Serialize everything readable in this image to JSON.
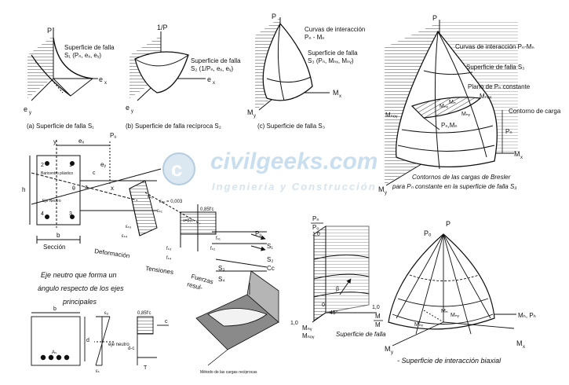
{
  "fig_a": {
    "axis_p": "P",
    "axis_ex": "e",
    "axis_ex_sub": "x",
    "axis_ey": "e",
    "axis_ey_sub": "y",
    "surface_line1": "Superficie de falla",
    "surface_line2": "S₁ (Pₙ, eₓ, eᵧ)",
    "caption": "(a) Superficie de falla S₁"
  },
  "fig_b": {
    "axis_p": "1/P",
    "axis_ex": "e",
    "axis_ex_sub": "x",
    "axis_ey": "e",
    "axis_ey_sub": "y",
    "surface_line1": "Superficie de falla",
    "surface_line2": "S₂ (1/Pₙ, eₓ, eᵧ)",
    "caption": "(b) Superficie de falla recíproca S₂"
  },
  "fig_c": {
    "axis_p": "P",
    "axis_mx": "M",
    "axis_mx_sub": "x",
    "axis_my": "M",
    "axis_my_sub": "y",
    "curves_line1": "Curvas de interacción",
    "curves_line2": "Pₙ - Mₙ",
    "surface_line1": "Superficie de falla",
    "surface_line2": "S₃ (Pₙ, Mₙₓ, Mₙᵧ)",
    "caption": "(c) Superficie de falla S₃"
  },
  "fig_bresler": {
    "axis_p": "P",
    "axis_mx": "M",
    "axis_mx_sub": "x",
    "axis_my": "M",
    "axis_my_sub": "y",
    "label_curves": "Curvas de interacción Pₙ-Mₙ",
    "label_surface": "Superficie de falla S₃",
    "label_plane": "Plano de Pₙ constante",
    "label_mnox": "Mₙₒₓ",
    "label_contour": "Contorno de carga",
    "label_mnoy": "Mₙₒᵧ",
    "label_mnx": "Mₙₓ",
    "label_mny": "Mₙᵧ",
    "label_mn": "Mₙ",
    "label_pnmn": "Pₙ,Mₙ",
    "label_pn": "Pₙ",
    "caption_line1": "Contornos de las cargas de Bresler",
    "caption_line2": "para Pₙ constante en la superficie de falla S₃"
  },
  "fig_section": {
    "axis_y": "y",
    "axis_x": "x",
    "label_pu": "Pᵤ",
    "label_ex": "eₓ",
    "label_ey": "eᵧ",
    "label_h": "h",
    "label_b": "b",
    "label_centroid": "Baricentro plástico",
    "label_neutral": "Eje Neutro",
    "label_theta": "θ",
    "label_c": "c",
    "label_a": "a",
    "bars": [
      "1",
      "2",
      "3",
      "4"
    ],
    "label_section": "Sección",
    "label_deformation": "Deformación",
    "strain_cu": "εₙᵤ = 0,003",
    "strain_s1": "εₛ₁",
    "strain_s2": "εₛ₂",
    "strain_s3": "εₛ₃",
    "strain_s4": "εₛ₄",
    "label_stress_block": "0,85f'c",
    "label_a_beta": "a=β₁c",
    "stress_fs1": "fₛ₁",
    "stress_fs2": "fₛ₂",
    "stress_fs3": "fₛ₃",
    "stress_fs4": "fₛ₄",
    "label_tensiones": "Tensiones",
    "label_fuerzas": "Fuerzas",
    "label_resultantes": "resul-",
    "force_pu": "Pᵤ",
    "force_s1": "S₁",
    "force_s2": "S₂",
    "force_s3": "S₃",
    "force_s4": "S₄",
    "force_cc": "Cᴄ",
    "neutral_note_line1": "Eje neutro que forma un",
    "neutral_note_line2": "ángulo respecto de los ejes",
    "neutral_note_line3": "principales"
  },
  "fig_rect": {
    "label_b": "b",
    "label_d": "d",
    "label_as": "Aₛ",
    "label_eu": "εᵤ",
    "label_es": "εₛ",
    "label_neutral": "eje neutro",
    "label_stress": "0,85f'c",
    "label_c": "c",
    "label_t": "T",
    "label_dc": "d-c"
  },
  "fig_reciprocal": {
    "caption": "Método de las cargas recíprocas"
  },
  "fig_ratio": {
    "axis_top": "Pₙ",
    "axis_bottom": "Pₒ",
    "tick_top": "1,0",
    "tick_bottom": "1,0",
    "tick_right": "1,0",
    "zero": "0",
    "beta": "β",
    "angle": "45°",
    "my_num": "Mₙᵧ",
    "my_den": "Mₙₒᵧ",
    "mx_num": "M",
    "mx_den": "M",
    "caption": "Superficie de falla"
  },
  "fig_biaxial": {
    "label_po": "Pₒ",
    "label_p": "P",
    "label_mb_pb": "Mₕ, Pₕ",
    "label_mnx": "Mₙₓ",
    "label_mn": "Mₙ",
    "label_mny": "Mₙᵧ",
    "label_mx": "M",
    "label_mx_sub": "x",
    "label_my": "M",
    "label_my_sub": "y",
    "caption": "- Superficie de interacción biaxial"
  },
  "watermark": {
    "brand": "civilgeeks.com",
    "tagline": "Ingeniería y Construcción"
  },
  "colors": {
    "ink": "#111111",
    "hatch": "#555555",
    "watermark": "#c9dff0",
    "shade": "#8a8a8a"
  }
}
